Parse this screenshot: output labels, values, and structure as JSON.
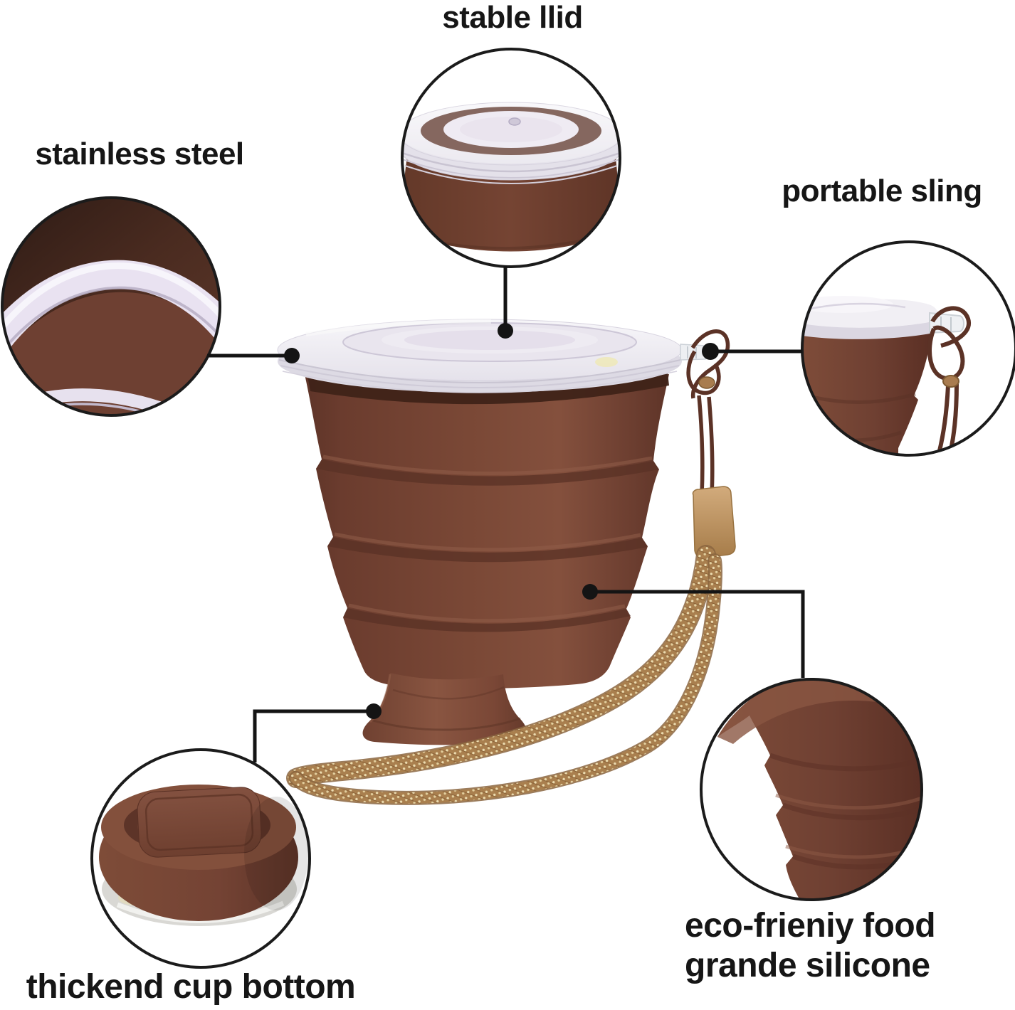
{
  "diagram": {
    "labels": {
      "stable_lid": "stable llid",
      "stainless_steel": "stainless steel",
      "portable_sling": "portable sling",
      "thickened_cup_bottom": "thickend cup bottom",
      "eco_line1": "eco-frieniy food",
      "eco_line2": "grande silicone"
    },
    "colors": {
      "background": "#ffffff",
      "cup_body_brown": "#70402f",
      "cup_foot_brown": "#85513d",
      "lid_clear": "#f2f0f5",
      "steel_rim_lavender": "#e9e2f1",
      "cord_dark_brown": "#5b3226",
      "strap_tan": "#a97f4e",
      "strap_highlight": "#ecdcb0",
      "bead_tan": "#c19a6b",
      "annotation_black": "#161616"
    }
  }
}
